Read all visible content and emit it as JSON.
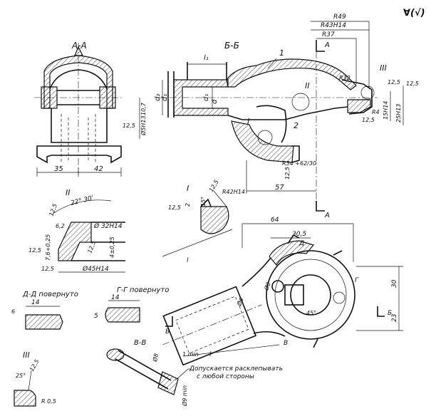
{
  "roughness_symbol": "∀(√)",
  "sections": {
    "aa": {
      "title": "A-A",
      "dims": [
        "35",
        "42",
        "12,5",
        "Ø5H13",
        "10,7"
      ]
    },
    "bb": {
      "title": "Б-Б",
      "dims": [
        "R49",
        "R43H14",
        "R37",
        "R32",
        "R34 +62/30",
        "57",
        "12,5",
        "12,5",
        "12,5",
        "12,5",
        "15H14",
        "25H13",
        "R4"
      ],
      "labels": [
        "l₁",
        "d₂",
        "d₁",
        "d",
        "d₁",
        "1",
        "2",
        "I",
        "II",
        "III",
        "A",
        "A"
      ]
    }
  },
  "details": {
    "I": {
      "title": "I",
      "dims": [
        "R42H14",
        "12,5",
        "12,5",
        "2",
        "15°"
      ]
    },
    "II": {
      "title": "II",
      "dims": [
        "22° 30'",
        "12,5",
        "6,2",
        "Ø 32H14",
        "4±0,25",
        "12,5",
        "7,6+0,25",
        "12,5",
        "12,5",
        "Ø45H14"
      ]
    },
    "III": {
      "title": "III",
      "dims": [
        "25°",
        "12,5",
        "R 0,5"
      ]
    }
  },
  "views": {
    "dd": {
      "title": "Д-Д повернуто",
      "dims": [
        "14",
        "6"
      ]
    },
    "gg": {
      "title": "Г-Г повернуто",
      "dims": [
        "14",
        "5"
      ]
    },
    "vv": {
      "title": "В-В",
      "dims": [
        "Ø8",
        "Ø9 min",
        "1 min"
      ],
      "note1": "Допускается расклепывать",
      "note2": "с любой стороны"
    },
    "plan": {
      "dims": [
        "64",
        "30,5",
        "30",
        "23",
        "Ø6",
        "Ø8",
        "45°",
        "l",
        "l"
      ],
      "labels": [
        "Д",
        "Б",
        "Б",
        "В",
        "Г"
      ]
    }
  }
}
